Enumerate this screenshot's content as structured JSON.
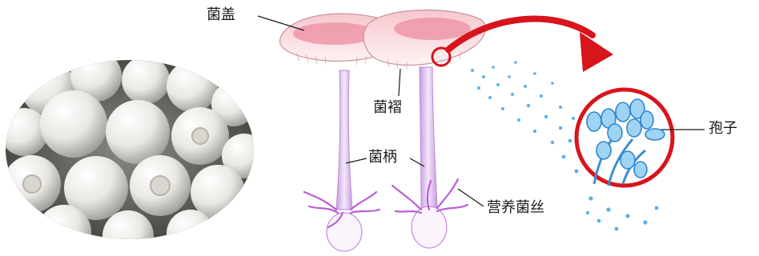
{
  "labels": {
    "cap": "菌盖",
    "gills": "菌褶",
    "stalk": "菌柄",
    "hyphae": "营养菌丝",
    "spore": "孢子"
  },
  "colors": {
    "cap_pink": "#e8809a",
    "cap_light": "#fbe3e6",
    "stalk_violet": "#c9a6e0",
    "hyphae_violet": "#b95fd6",
    "arrow_red": "#d8141c",
    "spore_blue": "#5ab1e8",
    "mushroom_white": "#f2f1ee"
  },
  "icons": {
    "arrow": "curved-red-arrow",
    "magnifier": "magnified-spore-circle"
  }
}
